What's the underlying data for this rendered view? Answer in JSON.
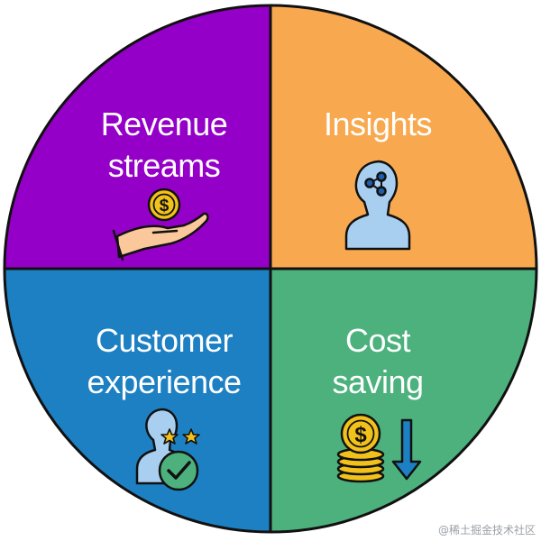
{
  "quadrants": [
    {
      "id": "revenue",
      "lines": [
        "Revenue",
        "streams"
      ],
      "color": "#9500c8",
      "icon": "hand-coin-icon"
    },
    {
      "id": "insights",
      "lines": [
        "Insights"
      ],
      "color": "#f8a94f",
      "icon": "head-network-icon"
    },
    {
      "id": "customer",
      "lines": [
        "Customer",
        "experience"
      ],
      "color": "#1d80c3",
      "icon": "person-check-stars-icon"
    },
    {
      "id": "cost",
      "lines": [
        "Cost",
        "saving"
      ],
      "color": "#4cb17d",
      "icon": "coin-stack-down-arrow-icon"
    }
  ],
  "watermark": "@稀土掘金技术社区"
}
